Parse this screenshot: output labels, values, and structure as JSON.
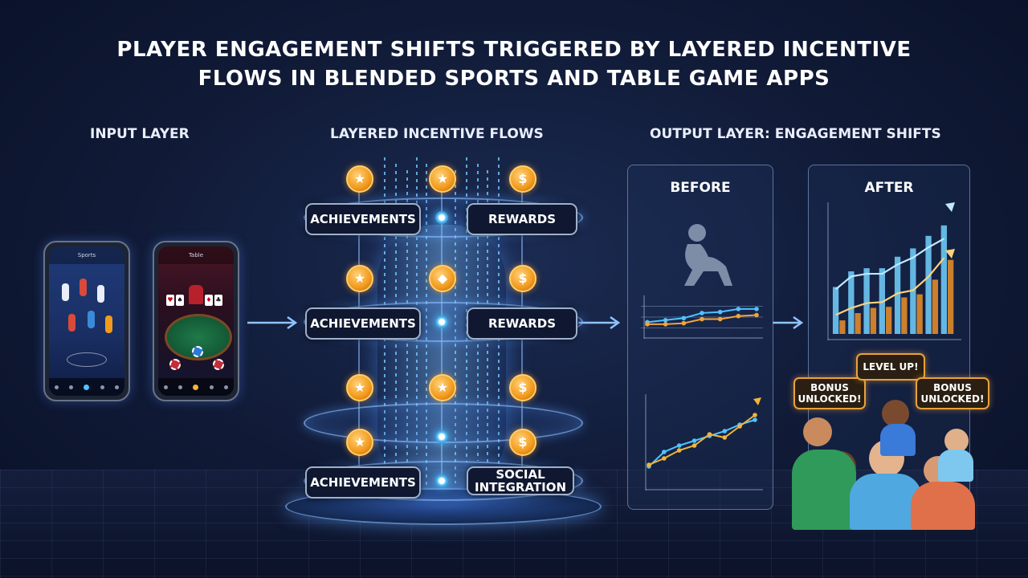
{
  "title_line1": "PLAYER ENGAGEMENT SHIFTS TRIGGERED BY LAYERED INCENTIVE",
  "title_line2": "FLOWS IN BLENDED SPORTS AND TABLE GAME APPS",
  "labels": {
    "input": "INPUT LAYER",
    "flows": "LAYERED INCENTIVE FLOWS",
    "output": "OUTPUT LAYER: ENGAGEMENT SHIFTS"
  },
  "phones": {
    "sports_header": "Sports",
    "table_header": "Table"
  },
  "tiers": [
    {
      "left": "ACHIEVEMENTS",
      "right": "REWARDS"
    },
    {
      "left": "ACHIEVEMENTS",
      "right": "REWARDS"
    },
    {
      "left": "ACHIEVEMENTS",
      "right": "SOCIAL INTEGRATION"
    }
  ],
  "coin_symbols": {
    "star": "★",
    "dollar": "$"
  },
  "panels": {
    "before": "BEFORE",
    "after": "AFTER"
  },
  "badges": {
    "bonus_left": "BONUS UNLOCKED!",
    "level_up": "LEVEL UP!",
    "bonus_right": "BONUS UNLOCKED!"
  },
  "colors": {
    "accent_blue": "#4fc3ff",
    "accent_orange": "#f29a1c",
    "panel_border": "#96b4e6"
  },
  "chart_data": [
    {
      "type": "line",
      "series": [
        {
          "values": [
            1,
            1.2,
            1.4,
            1.9,
            2.0,
            2.3,
            2.3
          ]
        },
        {
          "values": [
            0.8,
            0.8,
            0.9,
            1.3,
            1.3,
            1.6,
            1.7
          ]
        }
      ],
      "x": [
        1,
        2,
        3,
        4,
        5,
        6,
        7
      ],
      "ylim": [
        0,
        3
      ]
    },
    {
      "type": "line",
      "series": [
        {
          "values": [
            1.0,
            1.9,
            2.3,
            2.6,
            2.9,
            3.2,
            3.6,
            3.9
          ]
        },
        {
          "values": [
            1.1,
            1.5,
            2.0,
            2.3,
            3.0,
            2.8,
            3.5,
            4.2
          ]
        }
      ],
      "x": [
        1,
        2,
        3,
        4,
        5,
        6,
        7,
        8
      ],
      "ylim": [
        0,
        5
      ]
    },
    {
      "type": "bar",
      "series": [
        {
          "values": [
            4.5,
            6.0,
            6.3,
            6.3,
            7.4,
            8.2,
            9.4,
            10.4
          ]
        },
        {
          "values": [
            1.3,
            2.0,
            2.5,
            2.6,
            3.5,
            3.8,
            5.2,
            7.1
          ]
        }
      ],
      "categories": [
        "1",
        "2",
        "3",
        "4",
        "5",
        "6",
        "7",
        "8"
      ],
      "ylim": [
        0,
        12
      ]
    }
  ]
}
